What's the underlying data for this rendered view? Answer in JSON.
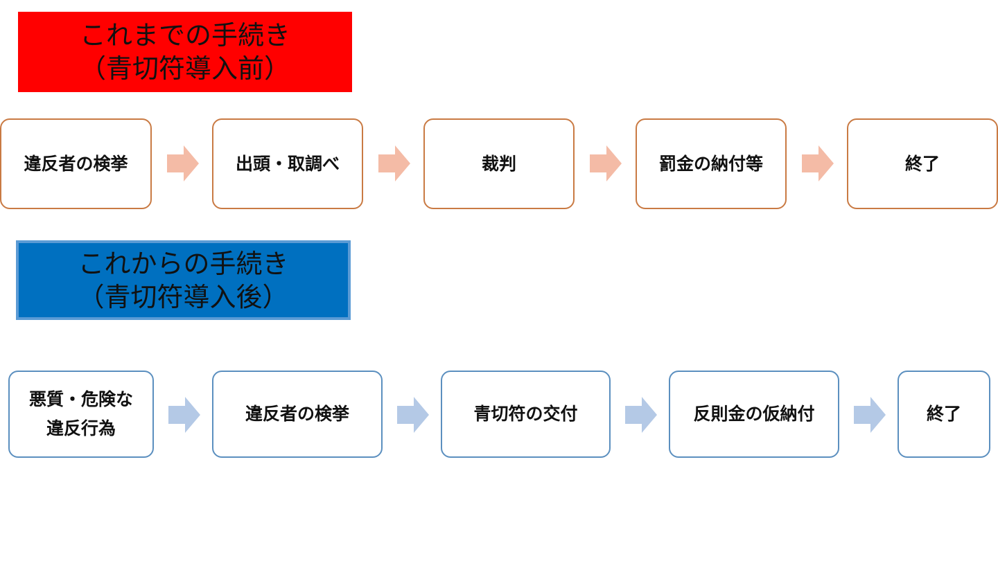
{
  "before": {
    "title_line1": "これまでの手続き",
    "title_line2": "（青切符導入前）",
    "steps": [
      "違反者の検挙",
      "出頭・取調べ",
      "裁判",
      "罰金の納付等",
      "終了"
    ]
  },
  "after": {
    "title_line1": "これからの手続き",
    "title_line2": "（青切符導入後）",
    "steps": [
      "悪質・危険な\n違反行為",
      "違反者の検挙",
      "青切符の交付",
      "反則金の仮納付",
      "終了"
    ]
  },
  "colors": {
    "before_header": "#ff0000",
    "after_header": "#0070c0",
    "before_border": "#c97a43",
    "after_border": "#5b8fbf",
    "before_arrow": "#f4bba6",
    "after_arrow": "#b4c9e6"
  },
  "icons": {
    "arrow": "arrow-right-icon"
  }
}
